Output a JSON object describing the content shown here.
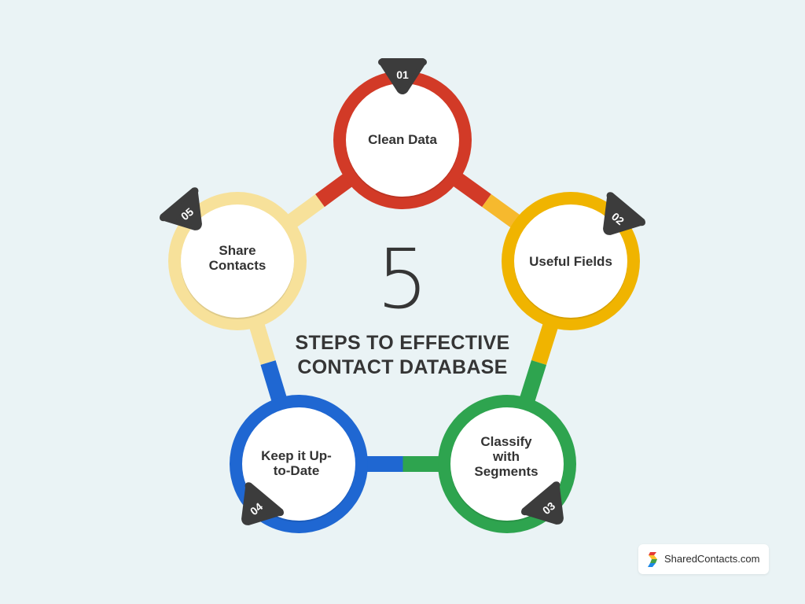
{
  "center": {
    "number": "5",
    "subtitle_line1": "STEPS TO EFFECTIVE",
    "subtitle_line2": "CONTACT DATABASE"
  },
  "steps": [
    {
      "number": "01",
      "label": "Clean Data",
      "color": "#d23a27",
      "accent": "#d23a27"
    },
    {
      "number": "02",
      "label": "Useful Fields",
      "color": "#f0b400",
      "accent": "#f6b92e"
    },
    {
      "number": "03",
      "label": "Classify with Segments",
      "color": "#2ea44f",
      "accent": "#2ea44f"
    },
    {
      "number": "04",
      "label": "Keep it Up-to-Date",
      "color": "#1f67d2",
      "accent": "#1f67d2"
    },
    {
      "number": "05",
      "label": "Share Contacts",
      "color": "#f7e19a",
      "accent": "#f7e19a"
    }
  ],
  "brand": {
    "name": "SharedContacts.com"
  },
  "colors": {
    "background": "#eaf3f5",
    "badge": "#3c3c3c",
    "text": "#353535"
  }
}
